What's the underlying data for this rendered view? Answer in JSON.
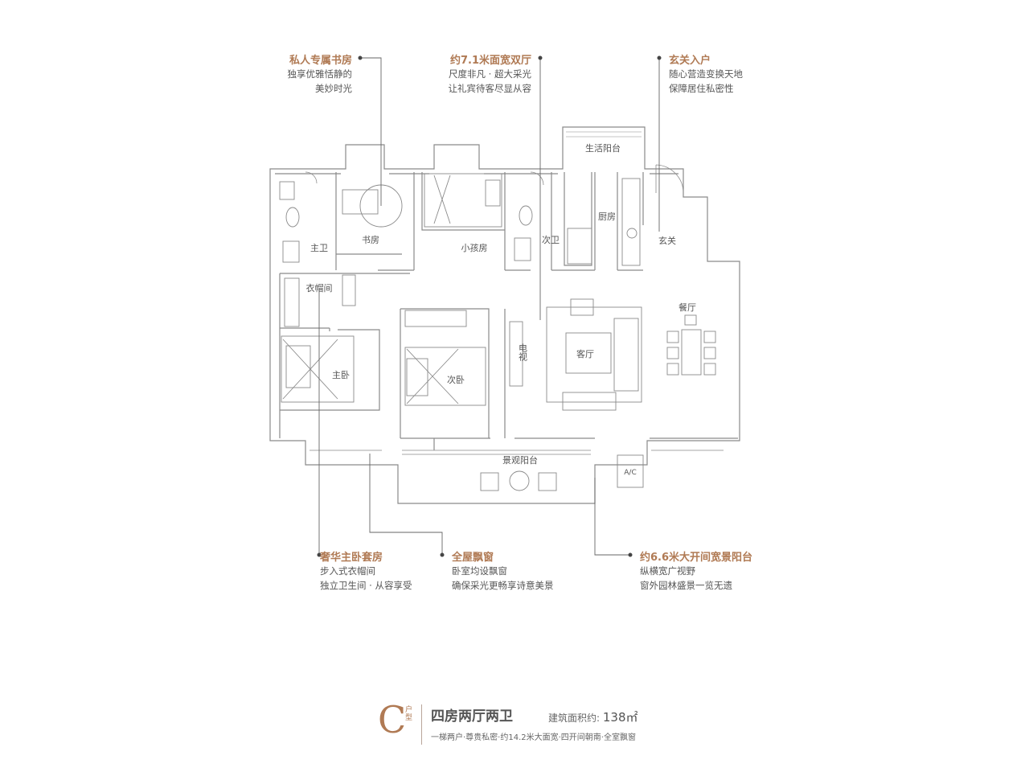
{
  "callouts": {
    "study": {
      "title": "私人专属书房",
      "lines": [
        "独享优雅恬静的",
        "美妙时光"
      ]
    },
    "living": {
      "title": "约7.1米面宽双厅",
      "lines": [
        "尺度非凡 · 超大采光",
        "让礼宾待客尽显从容"
      ]
    },
    "entrance": {
      "title": "玄关入户",
      "lines": [
        "随心营造变换天地",
        "保障居住私密性"
      ]
    },
    "master": {
      "title": "奢华主卧套房",
      "lines": [
        "步入式衣帽间",
        "独立卫生间 · 从容享受"
      ]
    },
    "window": {
      "title": "全屋飘窗",
      "lines": [
        "卧室均设飘窗",
        "确保采光更畅享诗意美景"
      ]
    },
    "balcony": {
      "title": "约6.6米大开间宽景阳台",
      "lines": [
        "纵横宽广视野",
        "窗外园林盛景一览无遗"
      ]
    }
  },
  "rooms": {
    "life_balcony": "生活阳台",
    "master_bath": "主卫",
    "study": "书房",
    "kids_room": "小孩房",
    "second_bath": "次卫",
    "kitchen": "厨房",
    "foyer": "玄关",
    "closet": "衣帽间",
    "dining": "餐厅",
    "living": "客厅",
    "tv": "电视",
    "master_bed": "主卧",
    "second_bed": "次卧",
    "view_balcony": "景观阳台",
    "ac": "A/C"
  },
  "footer": {
    "letter": "C",
    "house_type": "户型",
    "layout": "四房两厅两卫",
    "area_label": "建筑面积约:",
    "area_value": "138㎡",
    "tagline": "一梯两户·尊贵私密·约14.2米大面宽·四开间朝南·全室飘窗"
  },
  "colors": {
    "accent": "#b07a54",
    "wall": "#8a8a8a",
    "text": "#555555",
    "leader": "#666666"
  }
}
